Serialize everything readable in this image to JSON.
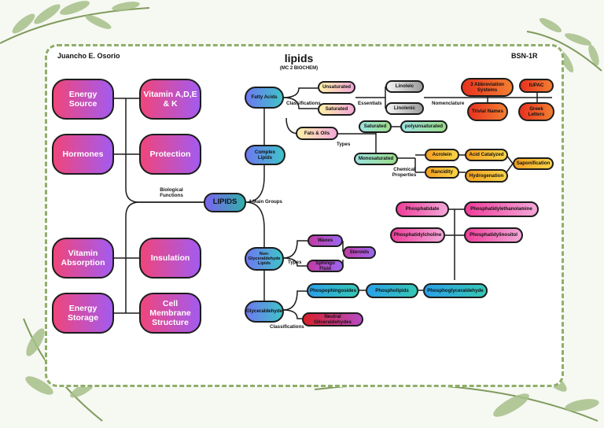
{
  "header": {
    "author": "Juancho E. Osorio",
    "title": "lipids",
    "subtitle": "(MC 2 BIOCHEM)",
    "section": "BSN-1R"
  },
  "center": {
    "label": "LIPIDS"
  },
  "connectors": {
    "biological_functions": "Biological\nFunctions",
    "main_groups": "4 Main Groups"
  },
  "functions": [
    "Energy Source",
    "Vitamin A,D,E & K",
    "Hormones",
    "Protection",
    "Vitamin Absorption",
    "Insulation",
    "Energy Storage",
    "Cell Membrane Structure"
  ],
  "groups": {
    "fatty_acids": "Fatty Acids",
    "complex_lipids": "Complex Lipids",
    "non_glyceraldehyde": "Non-Glyceraldehyde Lipids",
    "glyceraldehyde": "Glyceraldehyde"
  },
  "fatty": {
    "classifications": "Classifications",
    "unsaturated": "Unsaturated",
    "saturated": "Saturated",
    "essentials": "Essentials",
    "linoleic": "Linoleic",
    "linolenic": "Linolenic",
    "nomenclature": "Nomenclature",
    "abbrev": "3 Abbreviation Systems",
    "iupac": "IUPAC",
    "trivial": "Trivial Names",
    "greek": "Greek Letters"
  },
  "complex": {
    "fats_oils": "Fats & Oils",
    "types": "Types",
    "saturated": "Saturated",
    "polyunsaturated": "polyunsaturated",
    "monosaturated": "Monosaturated",
    "chemical_properties": "Chemical\nProperties",
    "acrolein": "Acrolein",
    "rancidity": "Rancidity",
    "acid_catalyzed": "Acid Catalyzed",
    "hydrogenation": "Hydrogenation",
    "saponification": "Saponification"
  },
  "nongly": {
    "waxes": "Waxes",
    "steroids": "Steroids",
    "types": "Types",
    "sphingo": "Sphingo Fluid"
  },
  "gly": {
    "classifications": "Classifications",
    "phosphophingosides": "Phospophingosides",
    "neutral": "Neutral Gliceraldehydes",
    "phospholipids": "Phospholipids",
    "phosphoglyceraldehyde": "Phosphoglyceraldehyde",
    "phosphatidate": "Phosphatidate",
    "phosphatidylethanolamine": "Phosphatidylethanolamine",
    "phosphatidylcholine": "Phosphatidylcholine",
    "phosphatidylinositol": "Phosphatidylinositol"
  }
}
